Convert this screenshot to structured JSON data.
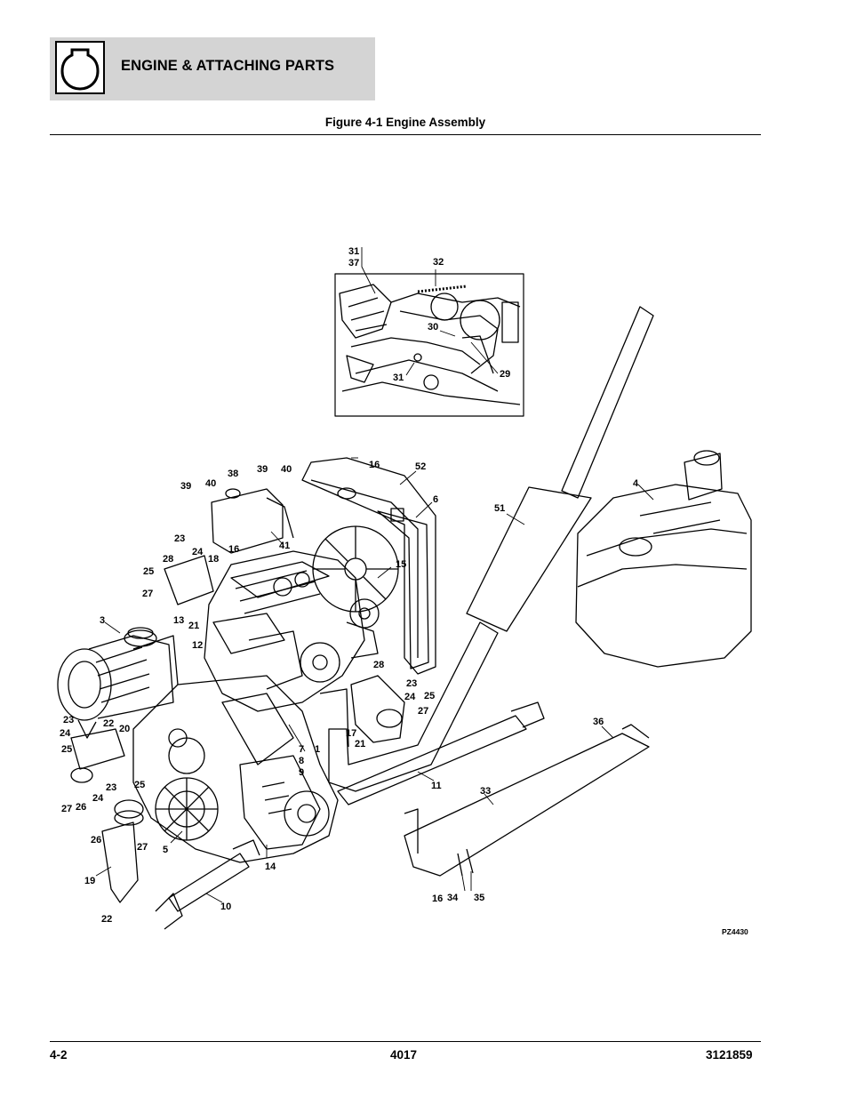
{
  "header": {
    "section_title": "ENGINE & ATTACHING PARTS"
  },
  "figure": {
    "title": "Figure 4-1 Engine Assembly",
    "drawing_id": "PZ4430",
    "callouts": [
      {
        "id": "c31a",
        "text": "31"
      },
      {
        "id": "c37",
        "text": "37"
      },
      {
        "id": "c32",
        "text": "32"
      },
      {
        "id": "c30",
        "text": "30"
      },
      {
        "id": "c31b",
        "text": "31"
      },
      {
        "id": "c29",
        "text": "29"
      },
      {
        "id": "c16a",
        "text": "16"
      },
      {
        "id": "c52",
        "text": "52"
      },
      {
        "id": "c6",
        "text": "6"
      },
      {
        "id": "c39a",
        "text": "39"
      },
      {
        "id": "c40a",
        "text": "40"
      },
      {
        "id": "c38",
        "text": "38"
      },
      {
        "id": "c39b",
        "text": "39"
      },
      {
        "id": "c40b",
        "text": "40"
      },
      {
        "id": "c4",
        "text": "4"
      },
      {
        "id": "c51",
        "text": "51"
      },
      {
        "id": "c16b",
        "text": "16"
      },
      {
        "id": "c41",
        "text": "41"
      },
      {
        "id": "c23a",
        "text": "23"
      },
      {
        "id": "c28a",
        "text": "28"
      },
      {
        "id": "c24a",
        "text": "24"
      },
      {
        "id": "c18",
        "text": "18"
      },
      {
        "id": "c25a",
        "text": "25"
      },
      {
        "id": "c15",
        "text": "15"
      },
      {
        "id": "c27a",
        "text": "27"
      },
      {
        "id": "c3",
        "text": "3"
      },
      {
        "id": "c13",
        "text": "13"
      },
      {
        "id": "c21a",
        "text": "21"
      },
      {
        "id": "c12",
        "text": "12"
      },
      {
        "id": "c28b",
        "text": "28"
      },
      {
        "id": "c23b",
        "text": "23"
      },
      {
        "id": "c24b",
        "text": "24"
      },
      {
        "id": "c25b",
        "text": "25"
      },
      {
        "id": "c27b",
        "text": "27"
      },
      {
        "id": "c17",
        "text": "17"
      },
      {
        "id": "c21b",
        "text": "21"
      },
      {
        "id": "c36",
        "text": "36"
      },
      {
        "id": "c23c",
        "text": "23"
      },
      {
        "id": "c24c",
        "text": "24"
      },
      {
        "id": "c22a",
        "text": "22"
      },
      {
        "id": "c20",
        "text": "20"
      },
      {
        "id": "c25c",
        "text": "25"
      },
      {
        "id": "c7",
        "text": "7"
      },
      {
        "id": "c1",
        "text": "1"
      },
      {
        "id": "c8",
        "text": "8"
      },
      {
        "id": "c9",
        "text": "9"
      },
      {
        "id": "c11",
        "text": "11"
      },
      {
        "id": "c33",
        "text": "33"
      },
      {
        "id": "c23d",
        "text": "23"
      },
      {
        "id": "c25d",
        "text": "25"
      },
      {
        "id": "c24d",
        "text": "24"
      },
      {
        "id": "c27c",
        "text": "27"
      },
      {
        "id": "c26a",
        "text": "26"
      },
      {
        "id": "c26b",
        "text": "26"
      },
      {
        "id": "c27d",
        "text": "27"
      },
      {
        "id": "c5",
        "text": "5"
      },
      {
        "id": "c14",
        "text": "14"
      },
      {
        "id": "c19",
        "text": "19"
      },
      {
        "id": "c16c",
        "text": "16"
      },
      {
        "id": "c34",
        "text": "34"
      },
      {
        "id": "c35",
        "text": "35"
      },
      {
        "id": "c10",
        "text": "10"
      },
      {
        "id": "c22b",
        "text": "22"
      }
    ]
  },
  "footer": {
    "page": "4-2",
    "model": "4017",
    "doc_number": "3121859"
  }
}
